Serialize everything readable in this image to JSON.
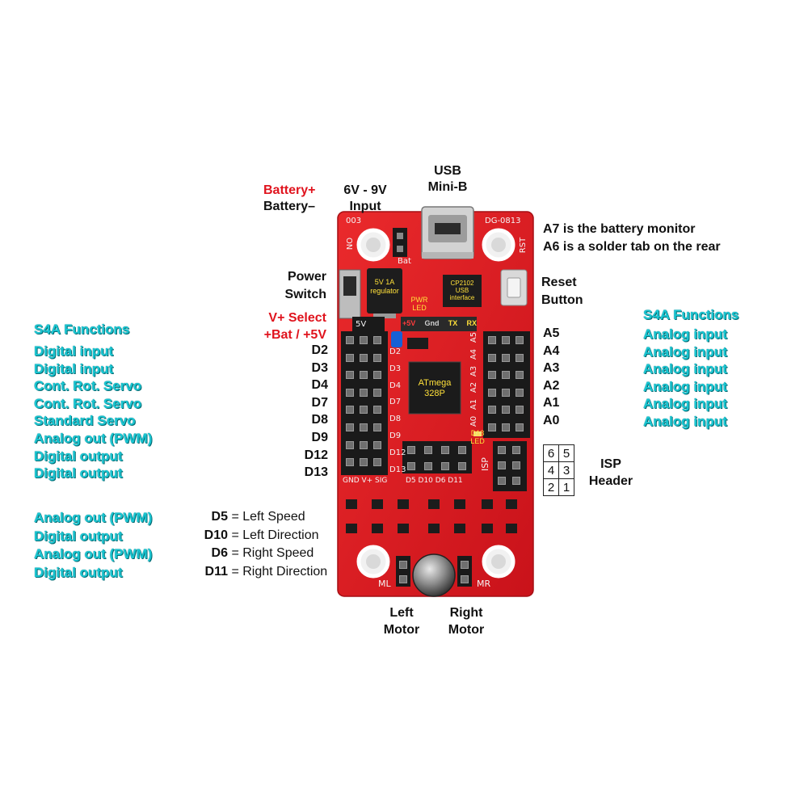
{
  "top_labels": {
    "battery_plus": "Battery+",
    "battery_minus": "Battery–",
    "input_voltage": "6V - 9V",
    "input_word": "Input",
    "usb_line1": "USB",
    "usb_line2": "Mini-B",
    "a7_note": "A7 is the battery monitor",
    "a6_note": "A6 is a solder tab on the rear",
    "power_line1": "Power",
    "power_line2": "Switch",
    "reset_line1": "Reset",
    "reset_line2": "Button",
    "vselect_line1": "V+ Select",
    "vselect_line2": "+Bat / +5V"
  },
  "left": {
    "heading": "S4A Functions",
    "rows": [
      {
        "function": "Digital input",
        "pin": "D2"
      },
      {
        "function": "Digital input",
        "pin": "D3"
      },
      {
        "function": "Cont. Rot. Servo",
        "pin": "D4"
      },
      {
        "function": "Cont. Rot. Servo",
        "pin": "D7"
      },
      {
        "function": "Standard Servo",
        "pin": "D8"
      },
      {
        "function": "Analog out (PWM)",
        "pin": "D9"
      },
      {
        "function": "Digital output",
        "pin": "D12"
      },
      {
        "function": "Digital output",
        "pin": "D13"
      }
    ]
  },
  "motor_rows": [
    {
      "function": "Analog out (PWM)",
      "pin": "D5",
      "desc": " = Left Speed"
    },
    {
      "function": "Digital output",
      "pin": "D10",
      "desc": " = Left Direction"
    },
    {
      "function": "Analog out (PWM)",
      "pin": "D6",
      "desc": " = Right Speed"
    },
    {
      "function": "Digital output",
      "pin": "D11",
      "desc": " = Right Direction"
    }
  ],
  "right": {
    "heading": "S4A Functions",
    "rows": [
      {
        "pin": "A5",
        "function": "Analog input"
      },
      {
        "pin": "A4",
        "function": "Analog input"
      },
      {
        "pin": "A3",
        "function": "Analog input"
      },
      {
        "pin": "A2",
        "function": "Analog input"
      },
      {
        "pin": "A1",
        "function": "Analog input"
      },
      {
        "pin": "A0",
        "function": "Analog input"
      }
    ]
  },
  "isp": {
    "line1": "ISP",
    "line2": "Header",
    "grid": [
      [
        "6",
        "5"
      ],
      [
        "4",
        "3"
      ],
      [
        "2",
        "1"
      ]
    ]
  },
  "motors": {
    "left_line1": "Left",
    "left_line2": "Motor",
    "right_line1": "Right",
    "right_line2": "Motor"
  },
  "board": {
    "code_left": "003",
    "code_right": "DG-0813",
    "on": "ON",
    "rst": "RST",
    "bat": "Bat",
    "five_v": "5V",
    "regulator_line1": "5V 1A",
    "regulator_line2": "regulator",
    "usb_chip_line1": "CP2102",
    "usb_chip_line2": "USB",
    "usb_chip_line3": "interface",
    "pwr_line1": "PWR",
    "pwr_line2": "LED",
    "serial": [
      "+5V",
      "Gnd",
      "TX",
      "RX"
    ],
    "mcu_line1": "ATmega",
    "mcu_line2": "328P",
    "d13_line1": "D13",
    "d13_line2": "LED",
    "isp_side": "ISP",
    "pin_left": [
      "D2",
      "D3",
      "D4",
      "D7",
      "D8",
      "D9",
      "D12",
      "D13"
    ],
    "pin_right": [
      "A5",
      "A4",
      "A3",
      "A2",
      "A1",
      "A0"
    ],
    "header_bottom": "GND V+ SIG",
    "header_pins": "D5 D10 D6 D11",
    "ml": "ML",
    "mr": "MR"
  },
  "colors": {
    "pcb": "#e0191f",
    "cyan": "#19c6d2",
    "red_label": "#e0141e"
  }
}
